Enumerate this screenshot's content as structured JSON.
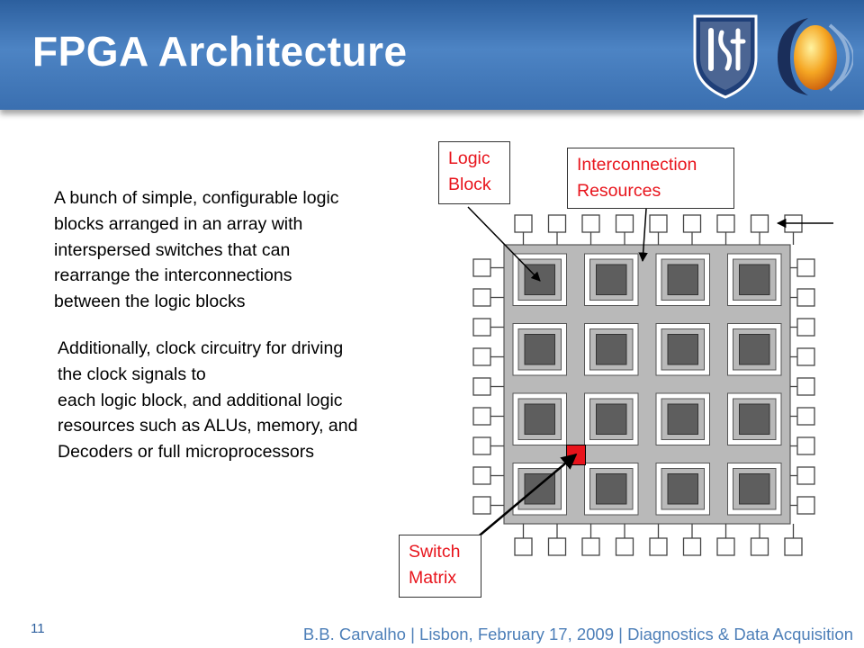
{
  "slide": {
    "title": "FPGA Architecture",
    "page_number": "11",
    "footer": "B.B. Carvalho | Lisbon, February 17, 2009 | Diagnostics & Data Acquisition"
  },
  "body": {
    "paragraph_1": [
      "A bunch of simple, configurable logic",
      "blocks arranged in an array with",
      "interspersed switches that can",
      "rearrange the interconnections",
      "between the logic blocks"
    ],
    "paragraph_2": [
      "Additionally, clock circuitry for driving",
      "the clock signals to",
      "each logic block, and additional logic",
      "resources such as ALUs, memory, and",
      "Decoders or full microprocessors"
    ]
  },
  "callouts": {
    "logic_block": [
      "Logic",
      "Block"
    ],
    "interconnection": [
      "Interconnection",
      "Resources"
    ],
    "switch_matrix": [
      "Switch",
      "Matrix"
    ]
  },
  "diagram": {
    "grid_rows": 4,
    "grid_cols": 4,
    "io_pads_per_side": 9,
    "highlighted_switch": "row 4, between columns 1 and 2"
  },
  "colors": {
    "header_blue": "#3a6fb0",
    "callout_text": "#e8141c",
    "switch_highlight": "#e8141c",
    "routing_gray": "#b9b9b9",
    "logic_block_gray": "#5e5e5e"
  }
}
